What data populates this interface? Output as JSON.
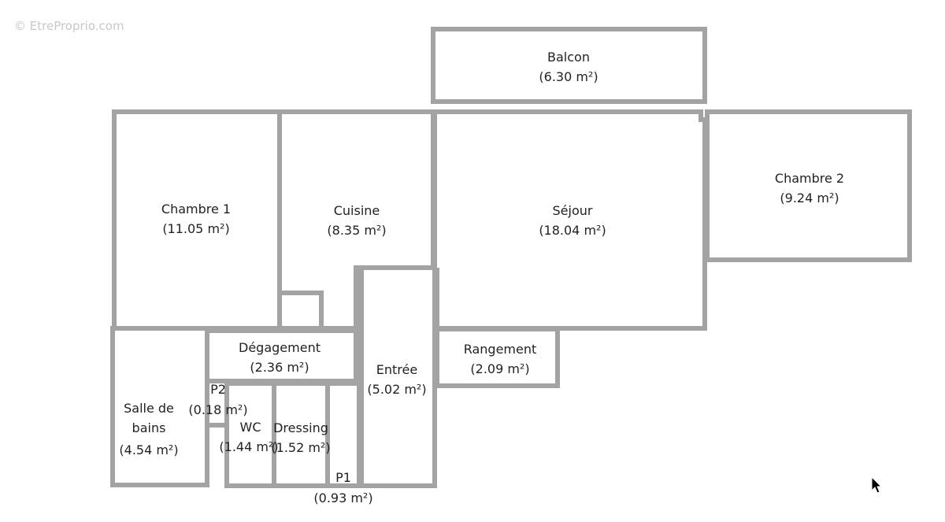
{
  "watermark": "© EtreProprio.com",
  "rooms": {
    "balcon": {
      "name": "Balcon",
      "area": "(6.30 m²)"
    },
    "chambre1": {
      "name": "Chambre 1",
      "area": "(11.05 m²)"
    },
    "cuisine": {
      "name": "Cuisine",
      "area": "(8.35 m²)"
    },
    "sejour": {
      "name": "Séjour",
      "area": "(18.04 m²)"
    },
    "chambre2": {
      "name": "Chambre 2",
      "area": "(9.24 m²)"
    },
    "degagement": {
      "name": "Dégagement",
      "area": "(2.36 m²)"
    },
    "rangement": {
      "name": "Rangement",
      "area": "(2.09 m²)"
    },
    "entree": {
      "name": "Entrée",
      "area": "(5.02 m²)"
    },
    "salle": {
      "name1": "Salle de",
      "name2": "bains",
      "area": "(4.54 m²)"
    },
    "p2": {
      "name": "P2",
      "area": "(0.18 m²)"
    },
    "wc": {
      "name": "WC",
      "area": "(1.44 m²)"
    },
    "dressing": {
      "name": "Dressing",
      "area": "(1.52 m²)"
    },
    "p1": {
      "name": "P1",
      "area": "(0.93 m²)"
    }
  },
  "colors": {
    "wall": "#a3a3a3",
    "background": "#ffffff",
    "text": "#222222"
  }
}
